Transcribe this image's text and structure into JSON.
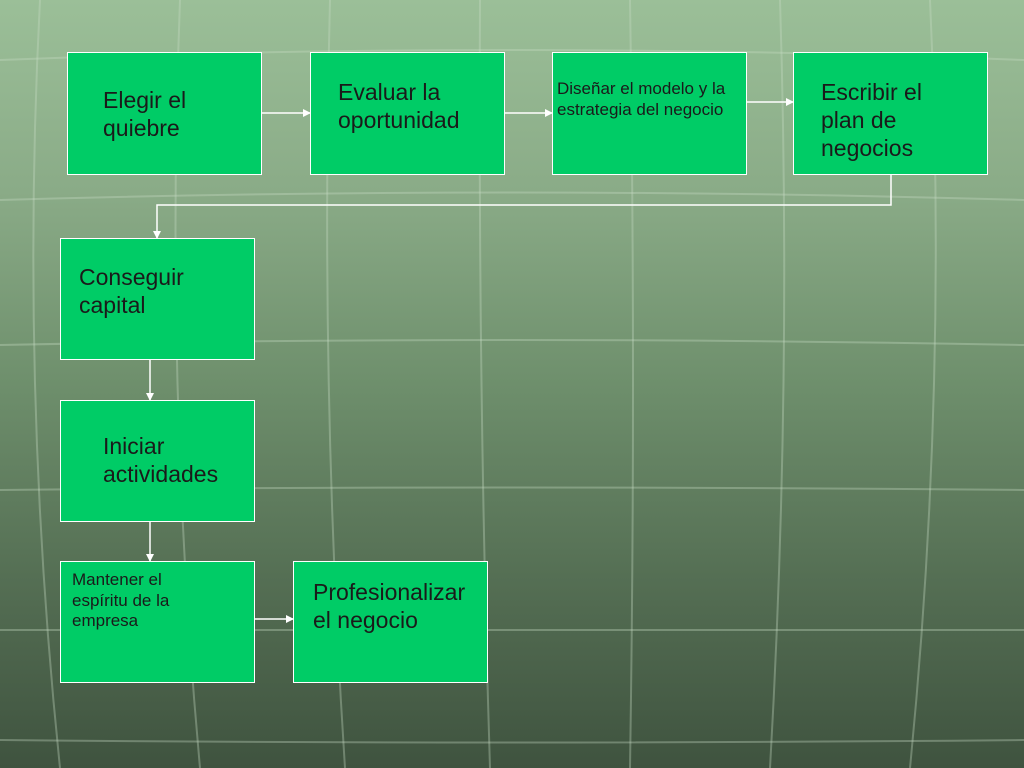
{
  "colors": {
    "box_fill": "#00cc66",
    "box_border": "#ffffff",
    "connector": "#ffffff",
    "text": "#1a1a1a"
  },
  "steps": {
    "elegir": "Elegir el quiebre",
    "evaluar": "Evaluar la oportunidad",
    "disenar": "Diseñar el modelo y la estrategia del negocio",
    "escribir": "Escribir el plan de negocios",
    "conseguir": "Conseguir capital",
    "iniciar": "Iniciar actividades",
    "mantener": "Mantener el espíritu de la empresa",
    "profesionalizar": "Profesionalizar el negocio"
  },
  "flow": [
    [
      "elegir",
      "evaluar"
    ],
    [
      "evaluar",
      "disenar"
    ],
    [
      "disenar",
      "escribir"
    ],
    [
      "escribir",
      "conseguir"
    ],
    [
      "conseguir",
      "iniciar"
    ],
    [
      "iniciar",
      "mantener"
    ],
    [
      "mantener",
      "profesionalizar"
    ]
  ]
}
